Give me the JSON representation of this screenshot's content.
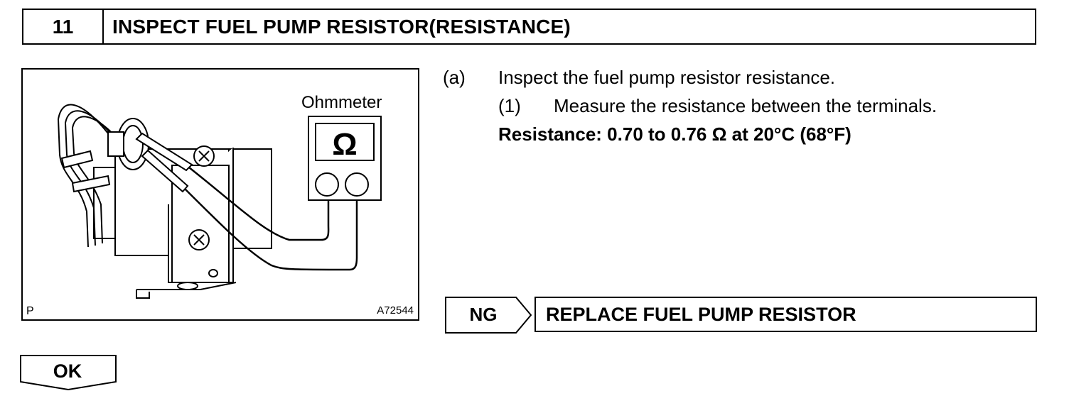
{
  "step": {
    "number": "11",
    "title": "INSPECT FUEL PUMP RESISTOR(RESISTANCE)"
  },
  "figure": {
    "meter_label": "Ohmmeter",
    "meter_symbol": "Ω",
    "corner_left": "P",
    "corner_right": "A72544"
  },
  "instructions": {
    "a_marker": "(a)",
    "a_text": "Inspect the fuel pump resistor resistance.",
    "sub_marker": "(1)",
    "sub_text": "Measure the resistance between the terminals.",
    "spec": "Resistance: 0.70 to 0.76 Ω at 20°C (68°F)"
  },
  "result": {
    "ng_label": "NG",
    "ng_action": "REPLACE FUEL PUMP RESISTOR",
    "ok_label": "OK"
  }
}
